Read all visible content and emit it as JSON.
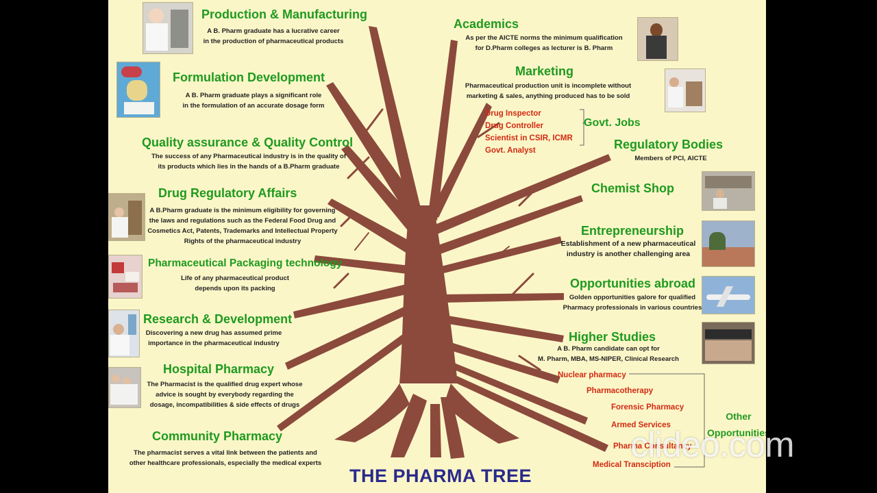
{
  "left_items": [
    {
      "title": "Production & Manufacturing",
      "desc": [
        "A B. Pharm graduate has a lucrative career",
        "in the production of pharmaceutical products"
      ]
    },
    {
      "title": "Formulation Development",
      "desc": [
        "A B. Pharm graduate plays a significant role",
        "in the formulation of an accurate dosage form"
      ]
    },
    {
      "title": "Quality assurance & Quality Control",
      "desc": [
        "The success of any Pharmaceutical industry is in the quality of",
        "its products which lies in the hands of a B.Pharm graduate"
      ]
    },
    {
      "title": "Drug Regulatory Affairs",
      "desc": [
        "A B.Pharm graduate is the minimum eligibility for governing",
        "the laws and regulations such as the Federal Food Drug and",
        "Cosmetics Act, Patents, Trademarks and Intellectual Property",
        "Rights of the pharmaceutical industry"
      ]
    },
    {
      "title": "Pharmaceutical Packaging technology",
      "desc": [
        "Life of any pharmaceutical product",
        "depends upon its packing"
      ]
    },
    {
      "title": "Research & Development",
      "desc": [
        "Discovering a new drug has assumed prime",
        "importance in the pharmaceutical industry"
      ]
    },
    {
      "title": "Hospital Pharmacy",
      "desc": [
        "The Pharmacist is the qualified drug expert whose",
        "advice is sought by everybody regarding the",
        "dosage, incompatibilities & side effects of drugs"
      ]
    },
    {
      "title": "Community Pharmacy",
      "desc": [
        "The pharmacist serves a vital link between the patients and",
        "other healthcare professionals, especially the medical experts"
      ]
    }
  ],
  "right_items": [
    {
      "title": "Academics",
      "desc": [
        "As per the AICTE norms the minimum qualification",
        "for D.Pharm colleges as lecturer is B. Pharm"
      ]
    },
    {
      "title": "Marketing",
      "desc": [
        "Pharmaceutical production unit is incomplete without",
        "marketing & sales, anything produced has to be sold"
      ]
    },
    {
      "title": "Regulatory Bodies",
      "desc": [
        "Members of PCI, AICTE"
      ]
    },
    {
      "title": "Chemist Shop",
      "desc": []
    },
    {
      "title": "Entrepreneurship",
      "desc": [
        "Establishment of a new pharmaceutical",
        "industry is another challenging area"
      ]
    },
    {
      "title": "Opportunities abroad",
      "desc": [
        "Golden opportunities galore for qualified",
        "Pharmacy professionals in various countries"
      ]
    },
    {
      "title": "Higher Studies",
      "desc": [
        "A B. Pharm candidate can opt for",
        "M. Pharm, MBA, MS-NIPER, Clinical Research"
      ]
    }
  ],
  "govt": {
    "title": "Govt. Jobs",
    "items": [
      "Drug Inspector",
      "Drug Controller",
      "Scientist in CSIR, ICMR",
      "Govt. Analyst"
    ]
  },
  "other": {
    "title": [
      "Other",
      "Opportunities"
    ],
    "items": [
      "Nuclear pharmacy",
      "Pharmacotherapy",
      "Forensic Pharmacy",
      "Armed Services",
      "Pharma Consultancy",
      "Medical Transciption"
    ]
  },
  "footer": "THE PHARMA TREE",
  "watermark": "clideo.com",
  "colors": {
    "title": "#1f9a1f",
    "red": "#d22a12",
    "tree": "#8b4a3c",
    "footer": "#2a2a8a",
    "background": "#fbf6c8"
  },
  "photos": [
    "manufacturing-photo",
    "formulation-photo",
    "regulatory-photo",
    "packaging-photo",
    "research-photo",
    "hospital-photo",
    "academics-photo",
    "marketing-photo",
    "chemist-shop-photo",
    "entrepreneurship-photo",
    "airplane-photo",
    "graduation-photo"
  ]
}
